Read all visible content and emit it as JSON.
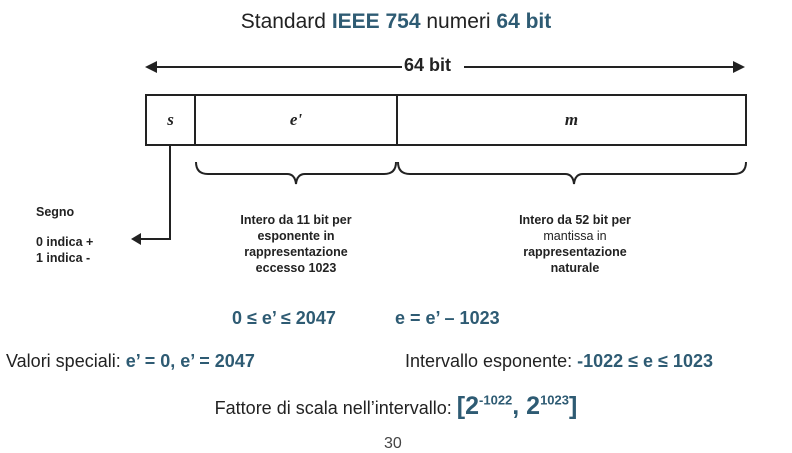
{
  "title": {
    "prefix": "Standard ",
    "ieee": "IEEE 754",
    "middle": " numeri ",
    "bits": "64 bit"
  },
  "width_label": "64 bit",
  "fields": {
    "sign": "s",
    "exponent": "e'",
    "mantissa": "m"
  },
  "sign_note": {
    "title": "Segno",
    "line1": "0 indica +",
    "line2": "1 indica -"
  },
  "exponent_note": {
    "line1": "Intero da 11 bit per",
    "line2": "esponente in",
    "line3": "rappresentazione",
    "line4": "eccesso 1023"
  },
  "mantissa_note": {
    "line1": "Intero da 52 bit per",
    "line2": "mantissa in",
    "line3": "rappresentazione",
    "line4": "naturale"
  },
  "formulas": {
    "range": "0 ≤ e’ ≤ 2047",
    "bias": "e = e’ – 1023"
  },
  "special": {
    "label": "Valori speciali: ",
    "value": "e’ = 0, e’ = 2047"
  },
  "exp_range": {
    "label": "Intervallo esponente: ",
    "value": "-1022 ≤ e ≤ 1023"
  },
  "scale": {
    "label": "Fattore di scala nell’intervallo: ",
    "open": "[2",
    "exp1": "-1022",
    "sep": ", 2",
    "exp2": "1023",
    "close": "]"
  },
  "page_number": "30",
  "colors": {
    "accent": "#2e5b73",
    "line": "#222222"
  }
}
